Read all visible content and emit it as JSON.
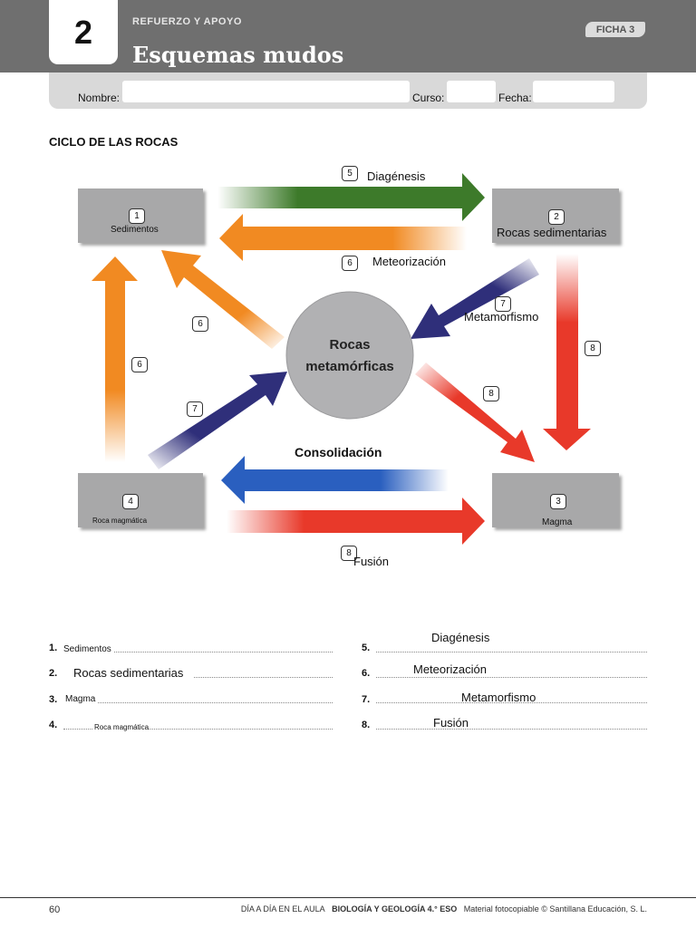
{
  "header": {
    "unit_number": "2",
    "kicker": "REFUERZO Y APOYO",
    "title": "Esquemas mudos",
    "ficha": "FICHA 3"
  },
  "form": {
    "nombre_label": "Nombre:",
    "curso_label": "Curso:",
    "fecha_label": "Fecha:"
  },
  "section_title": "CICLO DE LAS ROCAS",
  "diagram": {
    "boxes": [
      {
        "badge": "1",
        "label": "Sedimentos"
      },
      {
        "badge": "2",
        "label": "Rocas sedimentarias"
      },
      {
        "badge": "3",
        "label": "Magma"
      },
      {
        "badge": "4",
        "label": "Roca magmática"
      }
    ],
    "center_line1": "Rocas",
    "center_line2": "metamórficas",
    "arrow_labels": {
      "top": {
        "badge": "5",
        "text": "Diagénesis"
      },
      "second": {
        "badge": "6",
        "text": "Meteorización"
      },
      "metamorfismo": {
        "badge": "7",
        "text": "Metamorfismo"
      },
      "right_vertical": {
        "badge": "8"
      },
      "center_to_magma": {
        "badge": "8"
      },
      "diag_left_up": {
        "badge": "6"
      },
      "left_vertical": {
        "badge": "6"
      },
      "diag_left_lower": {
        "badge": "7"
      },
      "consolidacion": "Consolidación",
      "fusion": {
        "badge": "8",
        "text": "Fusión"
      }
    },
    "colors": {
      "green": "#3d7a2a",
      "orange": "#f18a22",
      "navy": "#2f2f7a",
      "red": "#e8392a",
      "blue": "#2a5fbf",
      "box_gray": "#a8a8a9",
      "circle_gray": "#b1b1b3"
    }
  },
  "answers": {
    "left": [
      {
        "num": "1.",
        "text": "Sedimentos"
      },
      {
        "num": "2.",
        "text": "Rocas sedimentarias"
      },
      {
        "num": "3.",
        "text": "Magma"
      },
      {
        "num": "4.",
        "text": "Roca magmática"
      }
    ],
    "right": [
      {
        "num": "5.",
        "text": "Diagénesis"
      },
      {
        "num": "6.",
        "text": "Meteorización"
      },
      {
        "num": "7.",
        "text": "Metamorfismo"
      },
      {
        "num": "8.",
        "text": "Fusión"
      }
    ]
  },
  "footer": {
    "page": "60",
    "series": "DÍA A DÍA EN EL AULA",
    "course": "BIOLOGÍA Y GEOLOGÍA 4.° ESO",
    "copyright": "Material fotocopiable © Santillana Educación, S. L."
  }
}
